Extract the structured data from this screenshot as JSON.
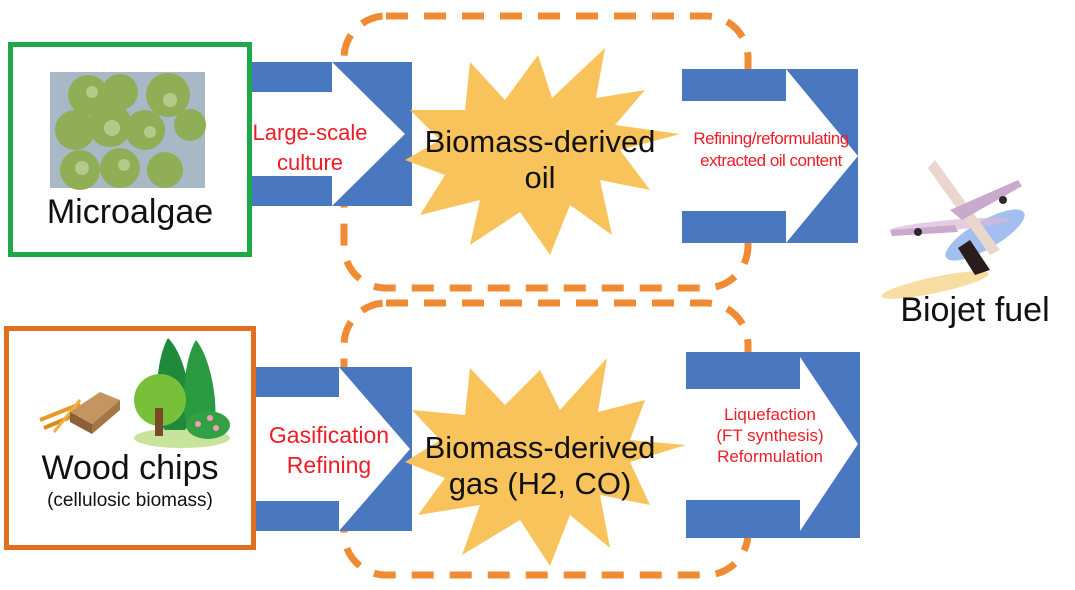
{
  "title": "Biojet fuel production pathways",
  "colors": {
    "arrow_blue": "#4a78c0",
    "star_yellow": "#f9c35c",
    "dash_orange": "#f08b34",
    "microalgae_border": "#1fa84a",
    "woodchips_border": "#e0701f",
    "process_text_red": "#ee1c25"
  },
  "pathways": [
    {
      "source": {
        "label": "Microalgae",
        "sublabel": "",
        "icon": "microalgae-image"
      },
      "step1": {
        "label_lines": [
          "Large-scale",
          "culture"
        ]
      },
      "intermediate": {
        "label_lines": [
          "Biomass-derived",
          "oil"
        ]
      },
      "step2": {
        "label_lines": [
          "Refining/reformulating",
          "extracted oil content"
        ]
      }
    },
    {
      "source": {
        "label": "Wood chips",
        "sublabel": "(cellulosic biomass)",
        "icon": "wood-and-trees-image"
      },
      "step1": {
        "label_lines": [
          "Gasification",
          "Refining"
        ]
      },
      "intermediate": {
        "label_lines": [
          "Biomass-derived",
          "gas (H2, CO)"
        ]
      },
      "step2": {
        "label_lines": [
          "Liquefaction",
          "(FT synthesis)",
          "Reformulation"
        ]
      }
    }
  ],
  "output": {
    "label": "Biojet fuel",
    "icon": "airplane-icon"
  }
}
